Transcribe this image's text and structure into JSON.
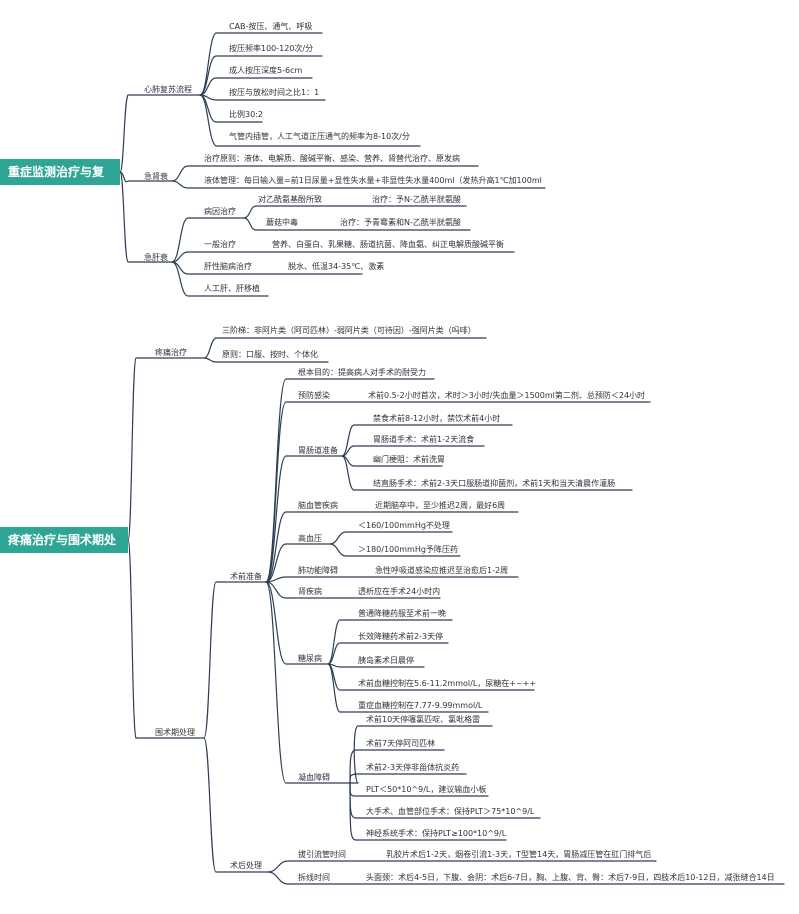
{
  "roots": [
    "重症监测治疗与复苏",
    "疼痛治疗与围术期处理"
  ],
  "labels": {
    "cpr": "心肺复苏流程",
    "cpr1": "CAB-按压、通气、呼吸",
    "cpr2": "按压频率100-120次/分",
    "cpr3": "成人按压深度5-6cm",
    "cpr4": "按压与放松时间之比1：1",
    "cpr5": "比例30:2",
    "cpr6": "气管内插管，人工气道正压通气的频率为8-10次/分",
    "arf": "急肾衰",
    "arf1": "治疗原则：液体、电解质、酸碱平衡、感染、营养、肾替代治疗、原发病",
    "arf2": "液体管理：每日输入量=前1日尿量+显性失水量+非显性失水量400ml（发热升高1℃加100ml",
    "alf": "急肝衰",
    "alf_cause": "病因治疗",
    "alf_c1": "对乙酰氨基酚所致",
    "alf_c1t": "治疗：予N-乙酰半胱氨酸",
    "alf_c2": "蘑菇中毒",
    "alf_c2t": "治疗：予青霉素和N-乙酰半胱氨酸",
    "alf_gen": "一般治疗",
    "alf_gen_t": "营养、白蛋白、乳果糖、肠道抗菌、降血氨、纠正电解质酸碱平衡",
    "alf_he": "肝性脑病治疗",
    "alf_he_t": "脱水、低温34-35℃、激素",
    "alf_art": "人工肝、肝移植",
    "pain": "疼痛治疗",
    "pain1": "三阶梯：非阿片类（阿司匹林）-弱阿片类（可待因）-强阿片类（吗啡）",
    "pain2": "原则：口服、按时、个体化",
    "periop": "围术期处理",
    "preop": "术前准备",
    "goal": "根本目的：提高病人对手术的耐受力",
    "inf": "预防感染",
    "inf_t": "术前0.5-2小时首次，术时＞3小时/失血量＞1500ml第二剂、总预防＜24小时",
    "gi": "胃肠道准备",
    "gi1": "禁食术前8-12小时，禁饮术前4小时",
    "gi2": "胃肠道手术：术前1-2天流食",
    "gi3": "幽门梗阻：术前洗胃",
    "gi4": "结直肠手术：术前2-3天口服肠道抑菌剂，术前1天和当天清晨作灌肠",
    "cvd": "脑血管疾病",
    "cvd_t": "近期脑卒中，至少推迟2周，最好6周",
    "htn": "高血压",
    "htn1": "＜160/100mmHg不处理",
    "htn2": "＞180/100mmHg予降压药",
    "lung": "肺功能障碍",
    "lung_t": "急性呼吸道感染应推迟至治愈后1-2周",
    "kid": "肾疾病",
    "kid_t": "透析应在手术24小时内",
    "dm": "糖尿病",
    "dm1": "普通降糖药服至术前一晚",
    "dm2": "长效降糖药术前2-3天停",
    "dm3": "胰岛素术日晨停",
    "dm4": "术前血糖控制在5.6-11.2mmol/L，尿糖在+~++",
    "dm5": "重症血糖控制在7.77-9.99mmol/L",
    "coag": "凝血障碍",
    "coag1": "术前10天停噻氯匹啶、氯吡格雷",
    "coag2": "术前7天停阿司匹林",
    "coag3": "术前2-3天停非甾体抗炎药",
    "coag4": "PLT＜50*10^9/L，建议输血小板",
    "coag5": "大手术、血管部位手术：保持PLT＞75*10^9/L",
    "coag6": "神经系统手术：保持PLT≥100*10^9/L",
    "postop": "术后处理",
    "drain": "拔引流管时间",
    "drain_t": "乳胶片术后1-2天，烟卷引流1-3天，T型管14天，胃肠减压管在肛门排气后",
    "suture": "拆线时间",
    "suture_t": "头面颈：术后4-5日，下腹、会阴：术后6-7日，胸、上腹、背、臀：术后7-9日，四肢术后10-12日，减张缝合14日"
  }
}
